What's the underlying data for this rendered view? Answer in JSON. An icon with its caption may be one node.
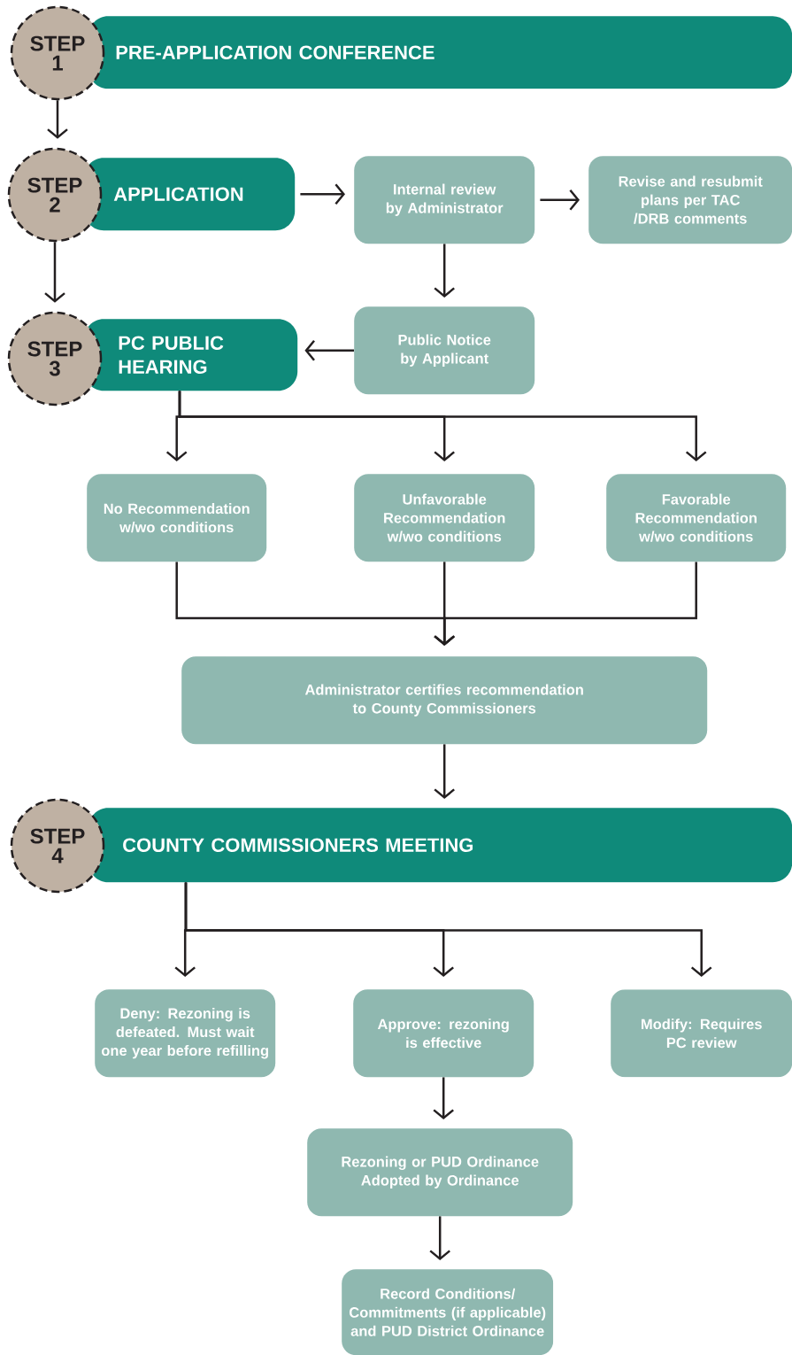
{
  "diagram": {
    "nodes": [
      {
        "text": [
          "STEP 1"
        ]
      },
      {
        "text": [
          "PRE-APPLICATION CONFERENCE"
        ]
      },
      {
        "text": [
          "STEP 2"
        ]
      },
      {
        "text": [
          "APPLICATION"
        ]
      },
      {
        "text": [
          "Internal review by Administrator"
        ]
      },
      {
        "text": [
          "Revise and resubmit plans per TAC /DRB comments"
        ]
      },
      {
        "text": [
          "STEP 3"
        ]
      },
      {
        "text": [
          "PC PUBLIC HEARING"
        ]
      },
      {
        "text": [
          "Public Notice by Applicant"
        ]
      },
      {
        "text": [
          "No Recommendation w/wo conditions"
        ]
      },
      {
        "text": [
          "Unfavorable Recommendation w/wo conditions"
        ]
      },
      {
        "text": [
          "Favorable Recommendation w/wo conditions"
        ]
      },
      {
        "text": [
          "Administrator certifies recommendation to County Commissioners"
        ]
      },
      {
        "text": [
          "STEP 4"
        ]
      },
      {
        "text": [
          "COUNTY COMMISSIONERS MEETING"
        ]
      },
      {
        "text": [
          "Deny: Rezoning is defeated. Must wait one year before refilling"
        ]
      },
      {
        "text": [
          "Approve: rezoning is effective"
        ]
      },
      {
        "text": [
          "Modify: Requires PC review"
        ]
      },
      {
        "text": [
          "Rezoning or PUD Ordinance Adopted by Ordinance"
        ]
      },
      {
        "text": [
          "Record Conditions/ Commitments (if applicable) and PUD District Ordinance"
        ]
      }
    ],
    "edges": [
      {
        "from": 0,
        "to": 2,
        "arrow": "to"
      },
      {
        "from": 2,
        "to": 6,
        "arrow": "to"
      },
      {
        "from": 3,
        "to": 4,
        "arrow": "to"
      },
      {
        "from": 4,
        "to": 5,
        "arrow": "to"
      },
      {
        "from": 4,
        "to": 8,
        "arrow": "to"
      },
      {
        "from": 8,
        "to": 7,
        "arrow": "to"
      },
      {
        "from": 7,
        "to": 9,
        "arrow": "to"
      },
      {
        "from": 7,
        "to": 10,
        "arrow": "to"
      },
      {
        "from": 7,
        "to": 11,
        "arrow": "to"
      },
      {
        "from": 9,
        "to": 12,
        "arrow": "to"
      },
      {
        "from": 10,
        "to": 12,
        "arrow": "to"
      },
      {
        "from": 11,
        "to": 12,
        "arrow": "to"
      },
      {
        "from": 12,
        "to": 14,
        "arrow": "to"
      },
      {
        "from": 14,
        "to": 15,
        "arrow": "to"
      },
      {
        "from": 14,
        "to": 16,
        "arrow": "to"
      },
      {
        "from": 14,
        "to": 17,
        "arrow": "to"
      },
      {
        "from": 16,
        "to": 18,
        "arrow": "to"
      },
      {
        "from": 18,
        "to": 19,
        "arrow": "to"
      }
    ]
  }
}
